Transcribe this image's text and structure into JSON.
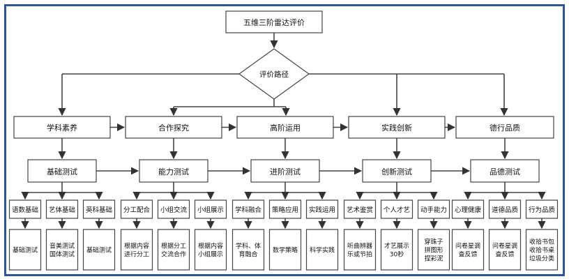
{
  "title": "五维三阶雷达评价",
  "decision": "评价路径",
  "dimensions": [
    "学科素养",
    "合作探究",
    "高阶运用",
    "实践创新",
    "德行品质"
  ],
  "tests": [
    "基础测试",
    "能力测试",
    "进阶测试",
    "创新测试",
    "品德测试"
  ],
  "sub_items": [
    [
      "语数基础",
      "艺体基础",
      "英科基础"
    ],
    [
      "分工配合",
      "小组交流",
      "小组展示"
    ],
    [
      "学科融合",
      "策略应用",
      "实践运用"
    ],
    [
      "艺术鉴赏",
      "个人才艺",
      "动手能力"
    ],
    [
      "心理健康",
      "道德品质",
      "行为品质"
    ]
  ],
  "details": [
    [
      [
        "基础测试"
      ],
      [
        "音美测试",
        "国体测试"
      ],
      [
        "基础测试"
      ]
    ],
    [
      [
        "根据内容",
        "进行分工"
      ],
      [
        "根据分工",
        "交流合作"
      ],
      [
        "根据内容",
        "小组展示"
      ]
    ],
    [
      [
        "学科、体",
        "育融合"
      ],
      [
        "数学策略"
      ],
      [
        "科学实践"
      ]
    ],
    [
      [
        "听曲辨器",
        "乐或节拍"
      ],
      [
        "才艺展示",
        "30秒"
      ],
      [
        "穿珠子",
        "拼图形",
        "捏彩泥"
      ]
    ],
    [
      [
        "问卷星调",
        "查反馈"
      ],
      [
        "问卷星调",
        "查反馈"
      ],
      [
        "收拾书包",
        "收拾书桌",
        "垃圾分类"
      ]
    ]
  ],
  "colors": {
    "frame": "#2f5597",
    "stroke": "#444444",
    "text": "#111111"
  }
}
